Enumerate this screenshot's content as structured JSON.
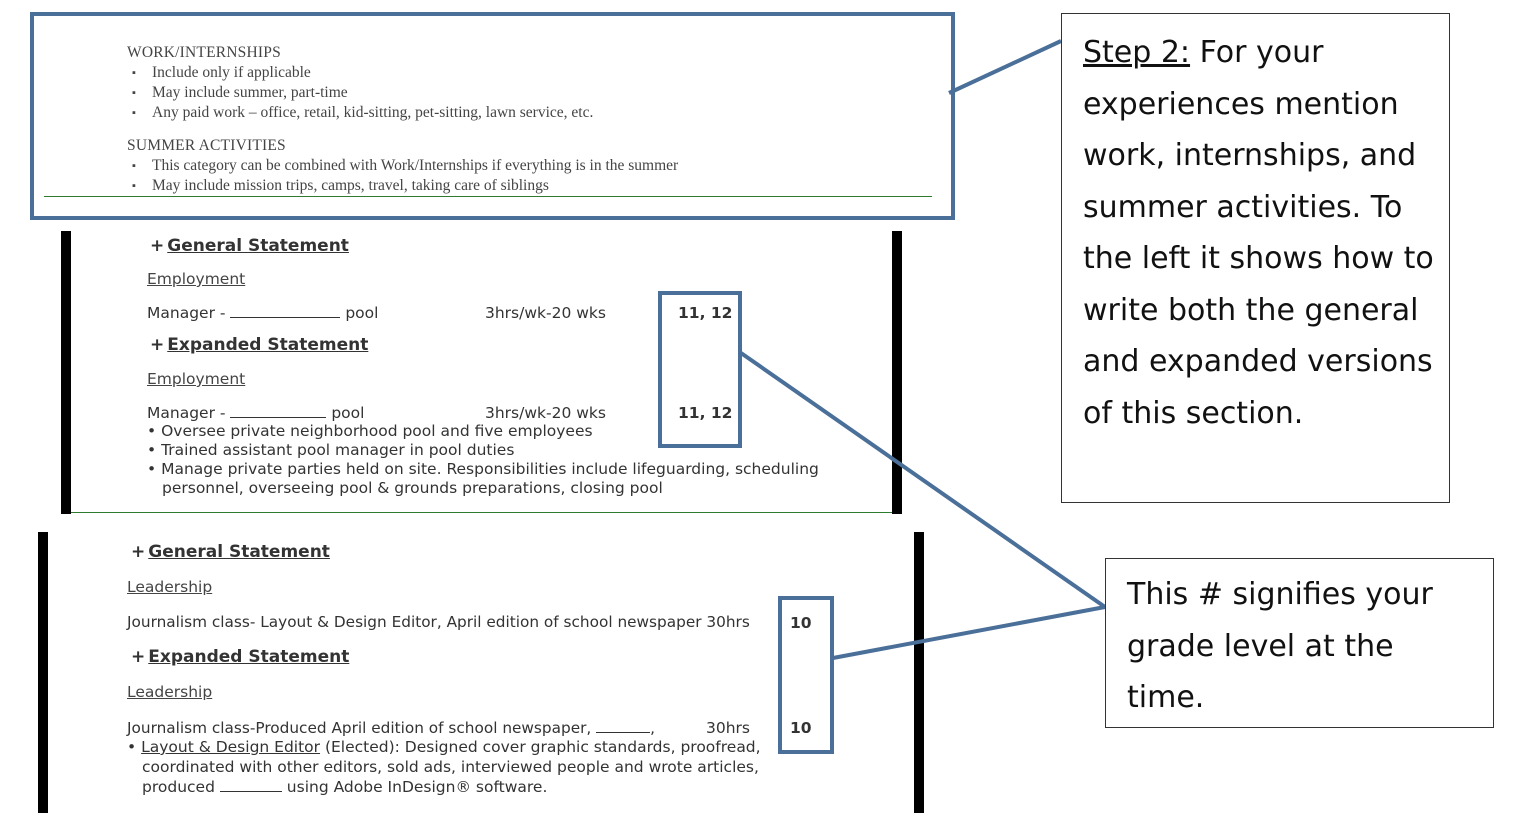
{
  "guidelines": {
    "sections": [
      {
        "heading": "WORK/INTERNSHIPS",
        "items": [
          "Include only if applicable",
          "May include summer, part-time",
          "Any paid work – office, retail, kid-sitting, pet-sitting, lawn service, etc."
        ]
      },
      {
        "heading": "SUMMER ACTIVITIES",
        "items": [
          "This category can be combined with Work/Internships if everything is in the summer",
          "May include mission trips, camps, travel, taking care of siblings"
        ]
      }
    ],
    "bullet_glyph": "▪"
  },
  "employment_example": {
    "general": {
      "heading_plus": "+",
      "heading": "General Statement",
      "category": "Employment",
      "title_prefix": "Manager -",
      "title_suffix": "pool",
      "hours": "3hrs/wk-20 wks",
      "grade": "11, 12"
    },
    "expanded": {
      "heading_plus": "+",
      "heading": "Expanded Statement",
      "category": "Employment",
      "title_prefix": "Manager -",
      "title_suffix": "pool",
      "hours": "3hrs/wk-20 wks",
      "grade": "11, 12",
      "bullets": [
        "Oversee private neighborhood pool and five employees",
        "Trained assistant pool manager in pool duties",
        "Manage private parties held on site. Responsibilities include lifeguarding, scheduling"
      ],
      "bullet_continuation": "personnel, overseeing pool & grounds preparations, closing pool"
    }
  },
  "leadership_example": {
    "general": {
      "heading_plus": "+",
      "heading": "General Statement",
      "category": "Leadership",
      "line": "Journalism class- Layout & Design Editor, April edition of school newspaper 30hrs",
      "grade": "10"
    },
    "expanded": {
      "heading_plus": "+",
      "heading": "Expanded Statement",
      "category": "Leadership",
      "line_prefix": "Journalism class-Produced April edition of school newspaper,",
      "line_suffix": ",",
      "hours": "30hrs",
      "grade": "10",
      "bullet_role": "Layout & Design Editor",
      "bullet_line1_rest": " (Elected): Designed cover graphic standards, proofread,",
      "bullet_line2": "coordinated with other editors, sold ads, interviewed people and wrote articles,",
      "bullet_line3_prefix": "produced",
      "bullet_line3_suffix": "using Adobe InDesign® software."
    }
  },
  "callouts": {
    "step": {
      "label": "Step 2:",
      "text": " For your experiences mention work, internships, and summer activities. To the left it shows how to write both the general and expanded versions of this section."
    },
    "grade_note": {
      "text": "This # signifies your grade level at the time."
    }
  },
  "colors": {
    "highlight_border": "#4a6f99",
    "guideline_rule": "#2e7a2e"
  }
}
